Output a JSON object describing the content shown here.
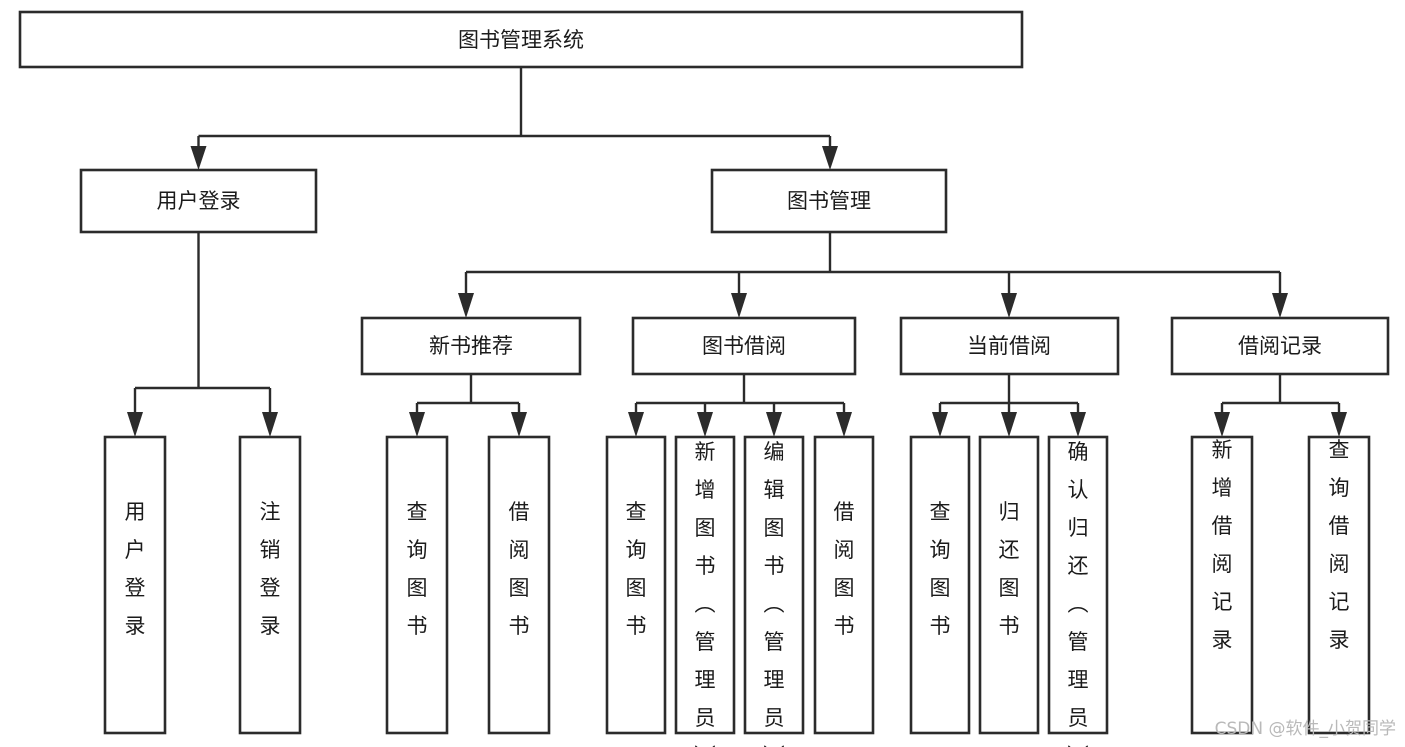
{
  "diagram": {
    "kind": "tree-hierarchy-chart",
    "title": "图书管理系统",
    "root": {
      "id": "root",
      "label": "图书管理系统",
      "orientation": "horizontal"
    },
    "level2": [
      {
        "id": "user-login",
        "label": "用户登录",
        "orientation": "horizontal"
      },
      {
        "id": "book-manage",
        "label": "图书管理",
        "orientation": "horizontal"
      }
    ],
    "level3": [
      {
        "id": "new-book-rec",
        "label": "新书推荐",
        "orientation": "horizontal",
        "parent": "book-manage"
      },
      {
        "id": "book-borrow",
        "label": "图书借阅",
        "orientation": "horizontal",
        "parent": "book-manage"
      },
      {
        "id": "current-borrow",
        "label": "当前借阅",
        "orientation": "horizontal",
        "parent": "book-manage"
      },
      {
        "id": "borrow-record",
        "label": "借阅记录",
        "orientation": "horizontal",
        "parent": "book-manage"
      }
    ],
    "leaves": [
      {
        "id": "leaf-user-login",
        "label": "用户登录",
        "orientation": "vertical",
        "parent": "user-login",
        "align": "middle"
      },
      {
        "id": "leaf-user-logout",
        "label": "注销登录",
        "orientation": "vertical",
        "parent": "user-login",
        "align": "middle"
      },
      {
        "id": "leaf-query-book-1",
        "label": "查询图书",
        "orientation": "vertical",
        "parent": "new-book-rec",
        "align": "middle"
      },
      {
        "id": "leaf-borrow-book-1",
        "label": "借阅图书",
        "orientation": "vertical",
        "parent": "new-book-rec",
        "align": "middle"
      },
      {
        "id": "leaf-query-book-2",
        "label": "查询图书",
        "orientation": "vertical",
        "parent": "book-borrow",
        "align": "middle"
      },
      {
        "id": "leaf-add-book",
        "label": "新增图书（管理员）",
        "orientation": "vertical",
        "parent": "book-borrow",
        "align": "top"
      },
      {
        "id": "leaf-edit-book",
        "label": "编辑图书（管理员）",
        "orientation": "vertical",
        "parent": "book-borrow",
        "align": "top"
      },
      {
        "id": "leaf-borrow-book-2",
        "label": "借阅图书",
        "orientation": "vertical",
        "parent": "book-borrow",
        "align": "middle"
      },
      {
        "id": "leaf-query-book-3",
        "label": "查询图书",
        "orientation": "vertical",
        "parent": "current-borrow",
        "align": "middle"
      },
      {
        "id": "leaf-return-book",
        "label": "归还图书",
        "orientation": "vertical",
        "parent": "current-borrow",
        "align": "middle"
      },
      {
        "id": "leaf-confirm-return",
        "label": "确认归还（管理员）",
        "orientation": "vertical",
        "parent": "current-borrow",
        "align": "top"
      },
      {
        "id": "leaf-add-record",
        "label": "新增借阅记录",
        "orientation": "vertical",
        "parent": "borrow-record",
        "align": "middle"
      },
      {
        "id": "leaf-query-record",
        "label": "查询借阅记录",
        "orientation": "vertical",
        "parent": "borrow-record",
        "align": "middle"
      }
    ],
    "watermark": "CSDN @软件_小贺同学",
    "colors": {
      "background": "#ffffff",
      "box_stroke": "#2b2b2b",
      "box_fill": "#ffffff",
      "text": "#1b1b1b",
      "connector": "#2b2b2b",
      "watermark": "#b9b9b9"
    }
  }
}
